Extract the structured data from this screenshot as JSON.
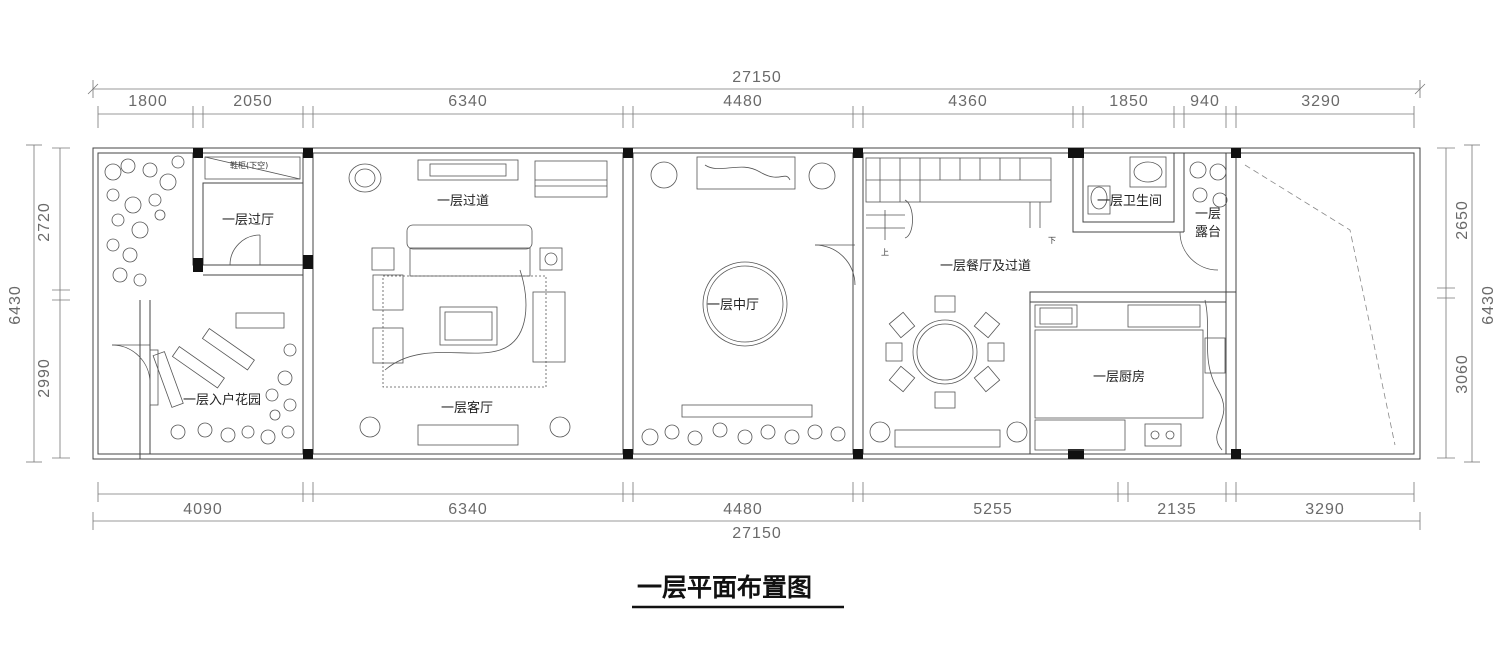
{
  "title": "一层平面布置图",
  "watermark": "",
  "dimensions": {
    "top_total": "27150",
    "top": [
      "1800",
      "2050",
      "6340",
      "4480",
      "4360",
      "1850",
      "940",
      "3290"
    ],
    "bottom": [
      "4090",
      "6340",
      "4480",
      "5255",
      "2135",
      "3290"
    ],
    "bottom_total": "27150",
    "left_total": "6430",
    "left": [
      "2720",
      "2990"
    ],
    "right_total": "6430",
    "right": [
      "2650",
      "3060"
    ]
  },
  "rooms": {
    "foyer": "一层过厅",
    "corridor": "一层过道",
    "garden": "一层入户花园",
    "living": "一层客厅",
    "central_hall": "一层中厅",
    "dining": "一层餐厅及过道",
    "bathroom": "一层卫生间",
    "terrace_line1": "一层",
    "terrace_line2": "露台",
    "kitchen": "一层厨房"
  },
  "labels": {
    "shoe_cabinet": "鞋柜(下空)",
    "stair_up": "上",
    "stair_down": "下"
  }
}
